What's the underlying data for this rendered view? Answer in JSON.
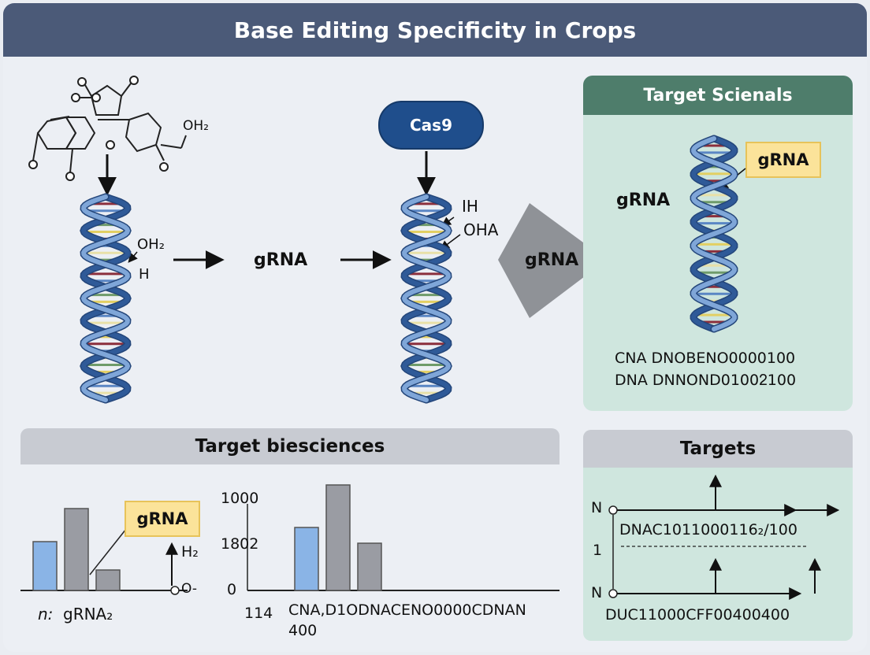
{
  "title": "Base Editing Specificity in Crops",
  "top": {
    "molecule_labels": {
      "oh2_top": "OH₂",
      "oh2_helix": "OH₂",
      "h_helix": "H"
    },
    "grna_label_1": "gRNA",
    "cas9_label": "Cas9",
    "ih_label": "IH",
    "oha_label": "OHA",
    "chevron_label": "gRNA"
  },
  "target_panel": {
    "title": "Target Scienals",
    "grna_tag": "gRNA",
    "grna_side": "gRNA",
    "seq_line_1": "CNA  DNOBENO0000100",
    "seq_line_2": "DNA  DNNOND0100ᒿ100"
  },
  "biosciences": {
    "title": "Target biesciences",
    "left_chart": {
      "grna_tag": "gRNA",
      "h2_label": "H₂",
      "o_label": "O-",
      "footer_n": "n:",
      "footer_grna": "gRNA₂"
    },
    "right_chart": {
      "y_ticks": [
        "1000",
        "1802",
        "0"
      ],
      "x_label_1": "114",
      "x_label_2": "CNA,D1ODNACENO0000CDNAN",
      "x_label_3": "400"
    }
  },
  "targets": {
    "title": "Targets",
    "n_top": "N",
    "n_bottom": "N",
    "one": "1",
    "seq_top": "DNAC1011000116₂/100",
    "seq_bottom": "DUC11000CFF00400400"
  },
  "colors": {
    "title_bar": "#4b5a78",
    "teal_head": "#4e7d6b",
    "teal_panel": "#cfe6de",
    "cas9": "#1f4e8c",
    "bar_blue": "#8ab4e6",
    "bar_gray": "#9a9ca3",
    "tag_yellow": "#fbe39a"
  }
}
